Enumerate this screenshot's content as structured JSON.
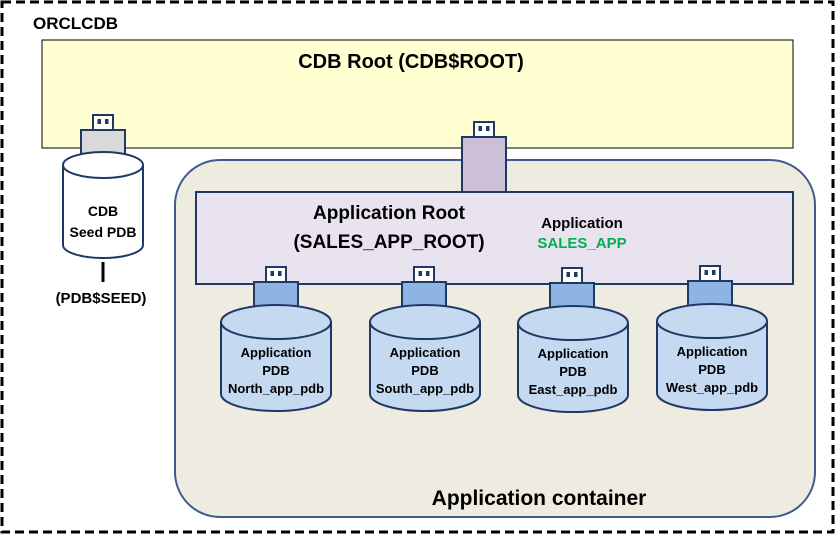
{
  "cdb": {
    "name": "ORCLCDB"
  },
  "cdb_root": {
    "label": "CDB Root (CDB$ROOT)"
  },
  "seed_pdb": {
    "line1": "CDB",
    "line2": "Seed PDB",
    "caption": "(PDB$SEED)"
  },
  "app_container": {
    "label": "Application container",
    "root": {
      "line1": "Application Root",
      "line2": "(SALES_APP_ROOT)",
      "app_heading": "Application",
      "app_name": "SALES_APP"
    },
    "pdbs": [
      {
        "line1": "Application",
        "line2": "PDB",
        "line3": "North_app_pdb"
      },
      {
        "line1": "Application",
        "line2": "PDB",
        "line3": "South_app_pdb"
      },
      {
        "line1": "Application",
        "line2": "PDB",
        "line3": "East_app_pdb"
      },
      {
        "line1": "Application",
        "line2": "PDB",
        "line3": "West_app_pdb"
      }
    ]
  },
  "colors": {
    "cdb_root_fill": "#FFFFD1",
    "app_container_fill": "#EEEBE0",
    "app_container_border": "#3D5C8C",
    "app_root_fill": "#E8E3EE",
    "app_root_plug": "#CCC0D9",
    "seed_plug": "#D9D9D9",
    "pdb_fill": "#C5D9F1",
    "pdb_plug": "#8DB4E2",
    "app_name_text": "#00B050"
  }
}
